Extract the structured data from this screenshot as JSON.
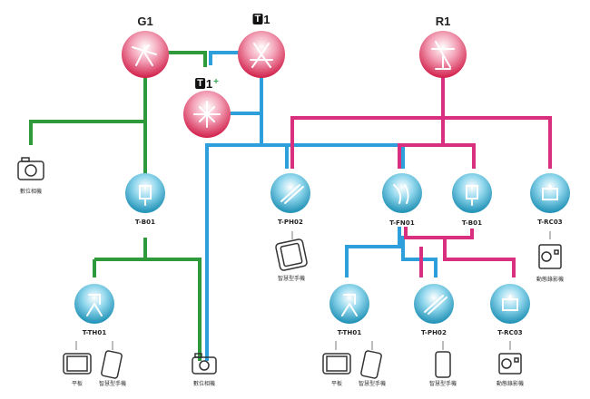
{
  "products": {
    "g1": "G1",
    "t1": "1",
    "t1_prefix": "T",
    "t1plus": "1",
    "t1plus_prefix": "T",
    "t1plus_sup": "+",
    "r1": "R1"
  },
  "adapters": {
    "b01_left": "T-B01",
    "ph02_top": "T-PH02",
    "fn01": "T-FN01",
    "b01_right": "T-B01",
    "rc03_top": "T-RC03",
    "th01_left": "T-TH01",
    "th01_right": "T-TH01",
    "ph02_bottom": "T-PH02",
    "rc03_bottom": "T-RC03"
  },
  "devices": {
    "camera_top": "數位相機",
    "smartphone_mid": "智慧型手機",
    "action_cam_top": "動態錄影機",
    "tablet_left": "平板",
    "smartphone_left": "智慧型手機",
    "camera_bottom": "數位相機",
    "tablet_right": "平板",
    "smartphone_right": "智慧型手機",
    "smartphone_bottom": "智慧型手機",
    "action_cam_bottom": "動態錄影機"
  },
  "colors": {
    "green": "#2e9a3c",
    "blue": "#2f9fdc",
    "magenta": "#d8307f",
    "red_circle": "#d11f4a",
    "teal_circle": "#1d8fb4"
  },
  "icons": {
    "g1": "ski-tripod-mount-icon",
    "t1": "tripod-clamp-icon",
    "t1plus": "suction-clamp-icon",
    "r1": "rod-clamp-icon",
    "adapter": "adapter-head-icon",
    "camera": "camera-icon",
    "smartphone": "smartphone-icon",
    "tablet": "tablet-icon",
    "action_cam": "action-camera-icon"
  }
}
